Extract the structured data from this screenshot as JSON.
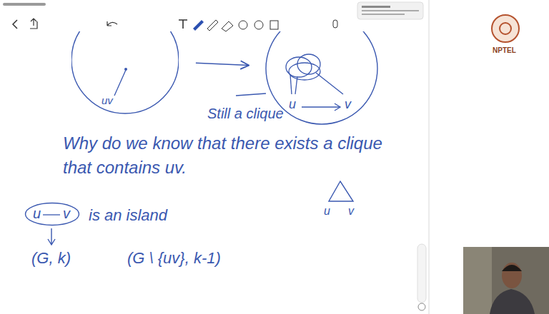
{
  "diagram": {
    "nodes": [
      {
        "text": [
          "uv"
        ]
      },
      {
        "text": [
          "u",
          "v"
        ]
      },
      {
        "text": [
          "u",
          "v"
        ]
      }
    ],
    "edges": [
      {
        "from": 0,
        "to": 1,
        "arrow": "to"
      }
    ],
    "labels": [
      "Still a clique",
      "Why do we know that there exists a clique that contains uv.",
      "u",
      "v",
      "is an island",
      "(G, k)",
      "(G \\ {uv}, k-1)",
      "NPTEL"
    ]
  }
}
